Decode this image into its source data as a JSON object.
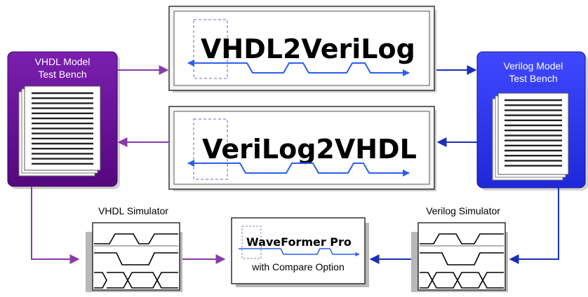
{
  "vhdl_box": {
    "line1": "VHDL Model",
    "line2": "Test Bench",
    "color": "#6a0f9a"
  },
  "verilog_box": {
    "line1": "Verilog Model",
    "line2": "Test Bench",
    "color": "#2d34f0"
  },
  "translator_top": {
    "title": "VHDL2VeriLog"
  },
  "translator_bottom": {
    "title": "VeriLog2VHDL"
  },
  "vhdl_simulator": {
    "label": "VHDL Simulator"
  },
  "verilog_simulator": {
    "label": "Verilog Simulator"
  },
  "waveformer": {
    "title": "WaveFormer Pro",
    "subtitle": "with Compare Option"
  },
  "colors": {
    "purple_arrow": "#8a3aa8",
    "blue_arrow": "#1a2fb8",
    "wave_blue": "#2a5ef0"
  }
}
